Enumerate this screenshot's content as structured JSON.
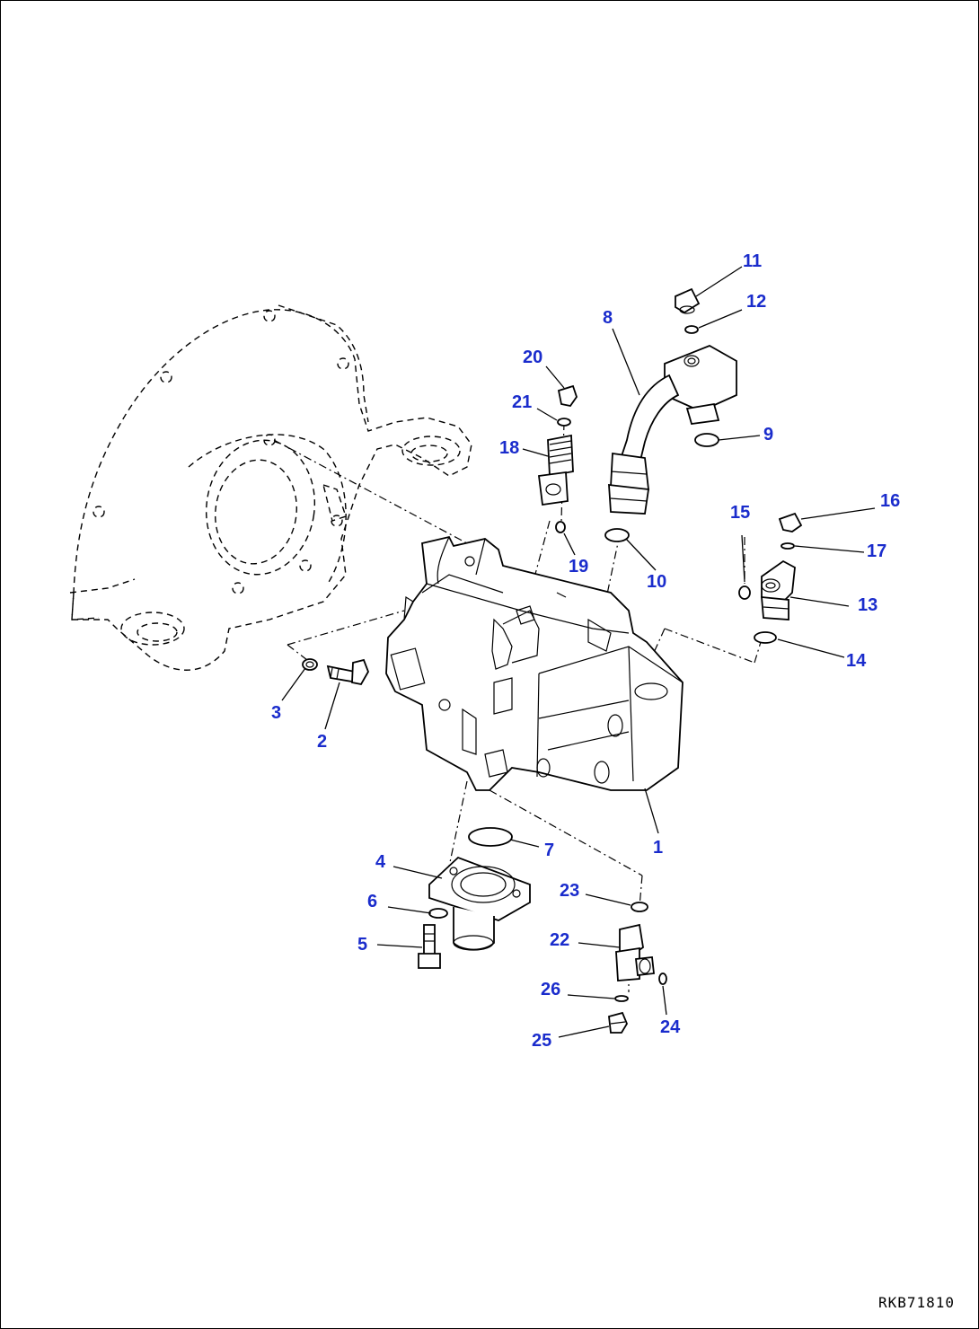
{
  "drawing": {
    "reference_code": "RKB71810",
    "callouts": [
      {
        "id": "c1",
        "label": "1"
      },
      {
        "id": "c2",
        "label": "2"
      },
      {
        "id": "c3",
        "label": "3"
      },
      {
        "id": "c4",
        "label": "4"
      },
      {
        "id": "c5",
        "label": "5"
      },
      {
        "id": "c6",
        "label": "6"
      },
      {
        "id": "c7",
        "label": "7"
      },
      {
        "id": "c8",
        "label": "8"
      },
      {
        "id": "c9",
        "label": "9"
      },
      {
        "id": "c10",
        "label": "10"
      },
      {
        "id": "c11",
        "label": "11"
      },
      {
        "id": "c12",
        "label": "12"
      },
      {
        "id": "c13",
        "label": "13"
      },
      {
        "id": "c14",
        "label": "14"
      },
      {
        "id": "c15",
        "label": "15"
      },
      {
        "id": "c16",
        "label": "16"
      },
      {
        "id": "c17",
        "label": "17"
      },
      {
        "id": "c18",
        "label": "18"
      },
      {
        "id": "c19",
        "label": "19"
      },
      {
        "id": "c20",
        "label": "20"
      },
      {
        "id": "c21",
        "label": "21"
      },
      {
        "id": "c22",
        "label": "22"
      },
      {
        "id": "c23",
        "label": "23"
      },
      {
        "id": "c24",
        "label": "24"
      },
      {
        "id": "c25",
        "label": "25"
      },
      {
        "id": "c26",
        "label": "26"
      }
    ],
    "colors": {
      "callout": "#1a2ccc",
      "line": "#000000",
      "background": "#ffffff"
    }
  }
}
